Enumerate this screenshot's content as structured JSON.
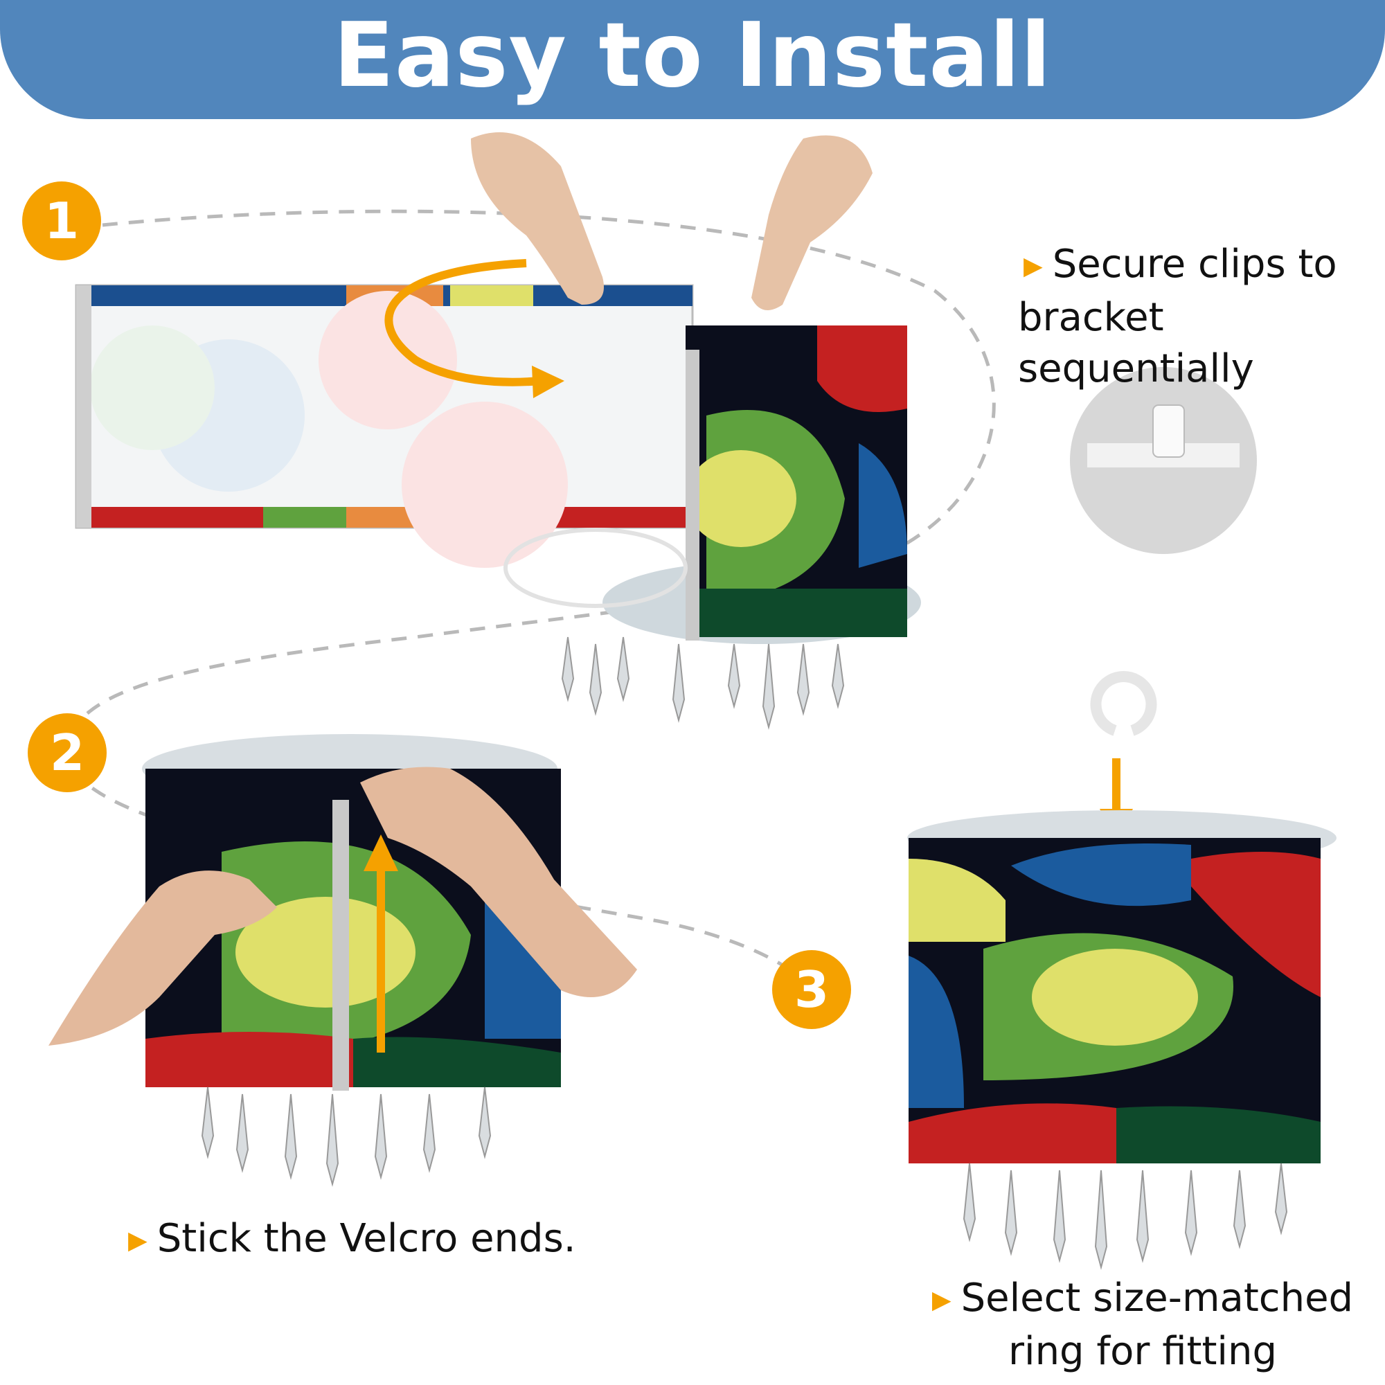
{
  "header": {
    "title": "Easy to Install"
  },
  "steps": [
    {
      "number": "1",
      "caption_line1": "Secure clips to",
      "caption_line2": "bracket sequentially"
    },
    {
      "number": "2",
      "caption_line1": "Stick the Velcro ends."
    },
    {
      "number": "3",
      "caption_line1": "Select size-matched",
      "caption_line2": "ring for fitting"
    }
  ],
  "icons": {
    "bullet": "orange-triangle-bullet-icon",
    "arrow": "orange-arrow-icon"
  },
  "colors": {
    "header": "#5186bc",
    "accent": "#f5a100",
    "text": "#111111"
  }
}
